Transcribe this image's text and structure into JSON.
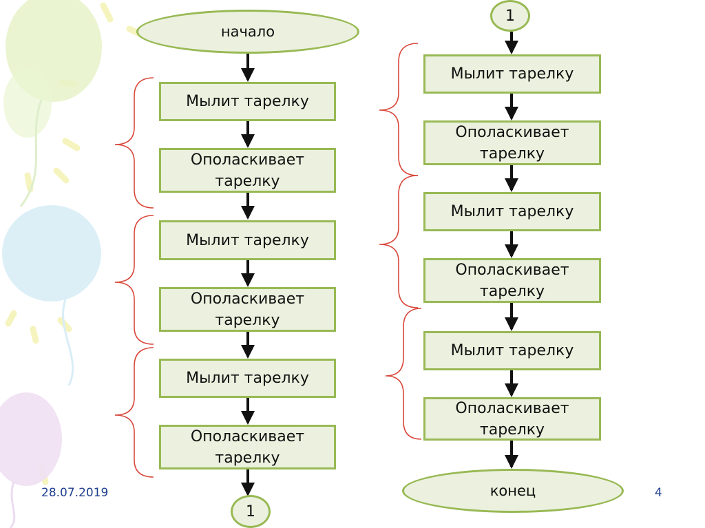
{
  "colors": {
    "shape_fill": "#ebf1de",
    "shape_border": "#98b954",
    "arrow": "#111111",
    "brace": "#d9473b",
    "footer_text": "#1f3f8f"
  },
  "left_column": {
    "start_label": "начало",
    "steps": [
      "Мылит тарелку",
      "Ополаскивает тарелку",
      "Мылит тарелку",
      "Ополаскивает тарелку",
      "Мылит тарелку",
      "Ополаскивает тарелку"
    ],
    "connector_label": "1"
  },
  "right_column": {
    "connector_label": "1",
    "steps": [
      "Мылит тарелку",
      "Ополаскивает тарелку",
      "Мылит тарелку",
      "Ополаскивает тарелку",
      "Мылит тарелку",
      "Ополаскивает тарелку"
    ],
    "end_label": "конец"
  },
  "footer": {
    "date": "28.07.2019",
    "slide_number": "4"
  }
}
